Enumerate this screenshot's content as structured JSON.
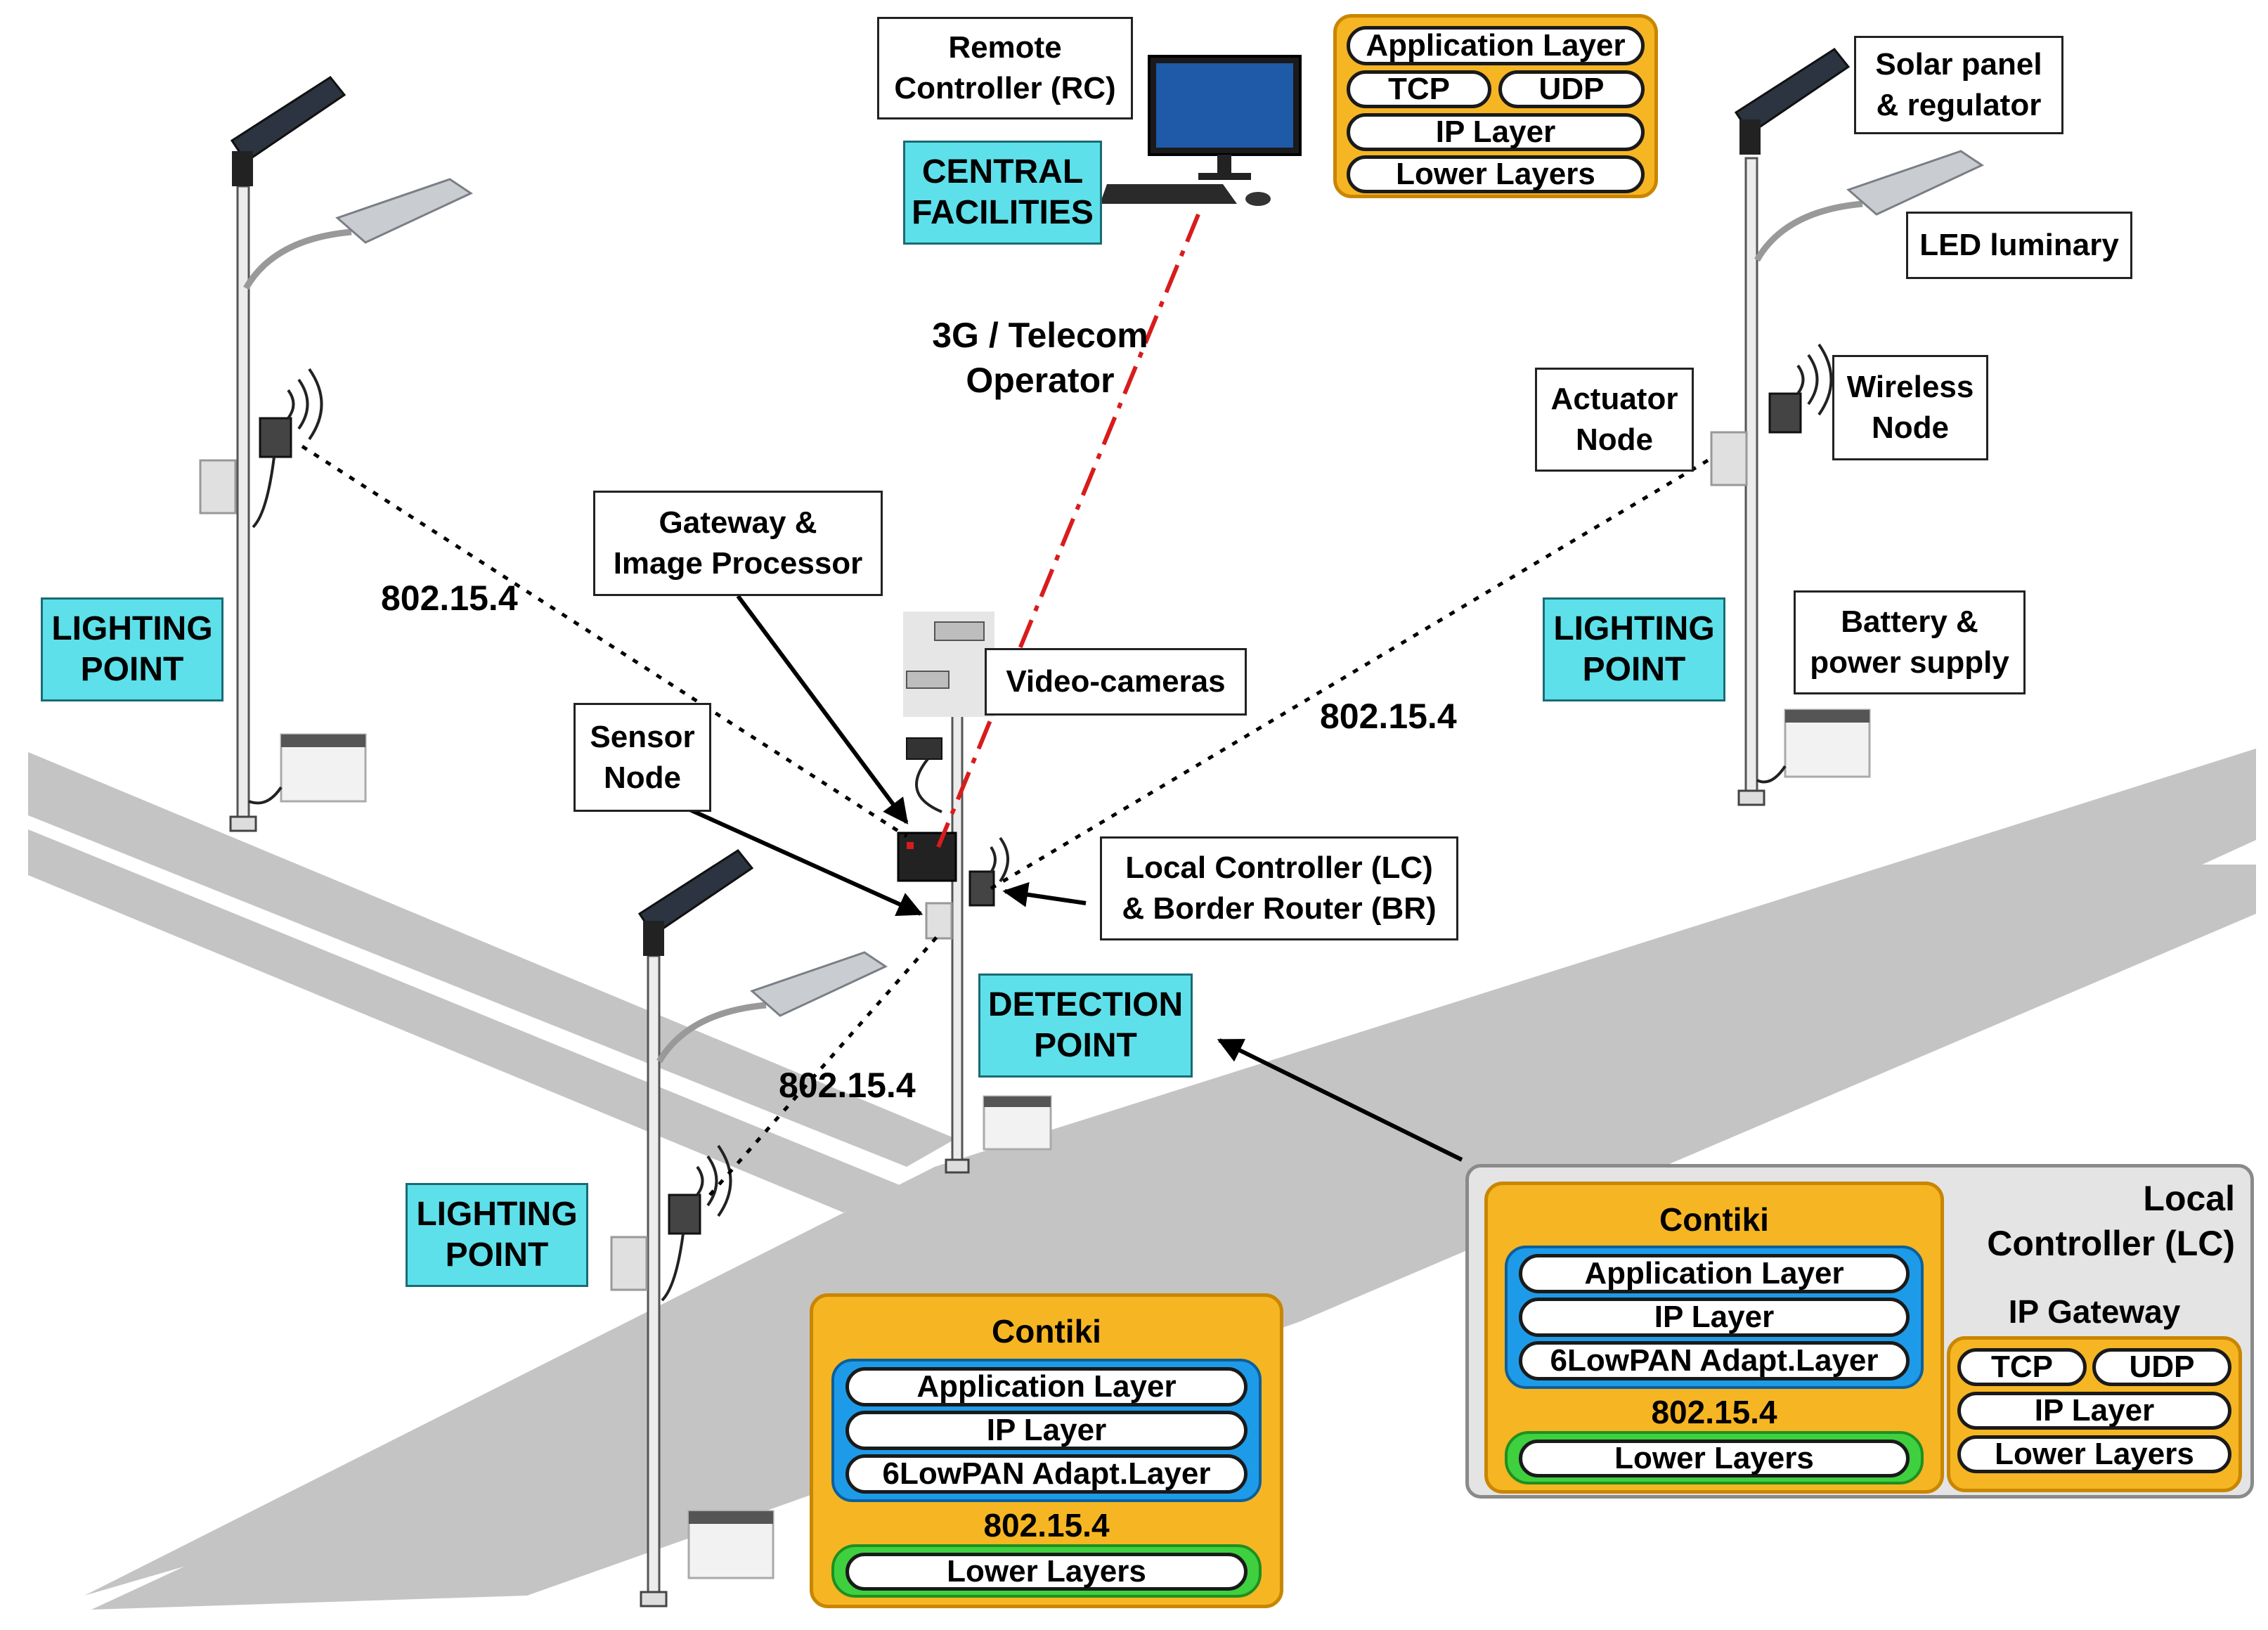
{
  "central": {
    "remote_controller": "Remote\nController (RC)",
    "central_facilities": "CENTRAL\nFACILITIES",
    "protocol_stack": {
      "application": "Application Layer",
      "tcp": "TCP",
      "udp": "UDP",
      "ip": "IP Layer",
      "lower": "Lower Layers"
    }
  },
  "telecom_link": "3G / Telecom\nOperator",
  "lighting_points": [
    {
      "label": "LIGHTING\nPOINT"
    },
    {
      "label": "LIGHTING\nPOINT"
    },
    {
      "label": "LIGHTING\nPOINT"
    }
  ],
  "components": {
    "solar_panel": "Solar panel\n& regulator",
    "led_luminary": "LED luminary",
    "wireless_node": "Wireless\nNode",
    "actuator_node": "Actuator\nNode",
    "battery": "Battery &\npower supply",
    "gateway": "Gateway &\nImage Processor",
    "video_cameras": "Video-cameras",
    "sensor_node": "Sensor\nNode",
    "local_controller": "Local Controller (LC)\n& Border Router (BR)"
  },
  "detection_point": "DETECTION\nPOINT",
  "links": {
    "left": "802.15.4",
    "right": "802.15.4",
    "bottom": "802.15.4"
  },
  "node_stack": {
    "title": "Contiki",
    "application": "Application Layer",
    "ip": "IP Layer",
    "adapt": "6LowPAN Adapt.Layer",
    "mac": "802.15.4",
    "lower": "Lower Layers"
  },
  "lc_stack": {
    "title": "Local\nController (LC)",
    "contiki": {
      "title": "Contiki",
      "application": "Application Layer",
      "ip": "IP Layer",
      "adapt": "6LowPAN Adapt.Layer",
      "mac": "802.15.4",
      "lower": "Lower Layers"
    },
    "gateway": {
      "title": "IP Gateway",
      "tcp": "TCP",
      "udp": "UDP",
      "ip": "IP Layer",
      "lower": "Lower Layers"
    }
  },
  "colors": {
    "cyan_label": "#5ee0ea",
    "stack_orange": "#f6b523",
    "stack_blue": "#1e9be8",
    "stack_green": "#3fd03f",
    "road_grey": "#c4c4c4",
    "telecom_red": "#d81c1c"
  }
}
